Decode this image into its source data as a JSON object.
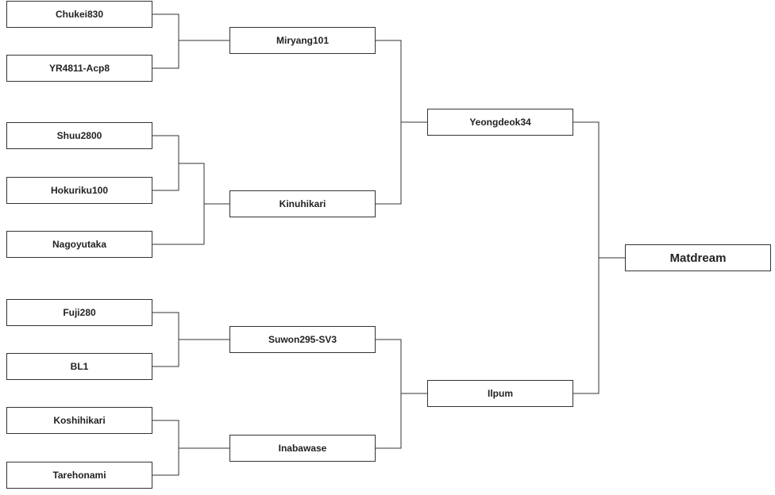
{
  "colors": {
    "line": "#333333",
    "box_border": "#333333",
    "text": "#222222",
    "background": "#ffffff"
  },
  "pedigree": {
    "root": "Matdream",
    "parents": [
      "Yeongdeok34",
      "Ilpum"
    ],
    "grandparents": [
      "Miryang101",
      "Kinuhikari",
      "Suwon295-SV3",
      "Inabawase"
    ],
    "ancestors": [
      "Chukei830",
      "YR4811-Acp8",
      "Shuu2800",
      "Hokuriku100",
      "Nagoyutaka",
      "Fuji280",
      "BL1",
      "Koshihikari",
      "Tarehonami"
    ]
  }
}
